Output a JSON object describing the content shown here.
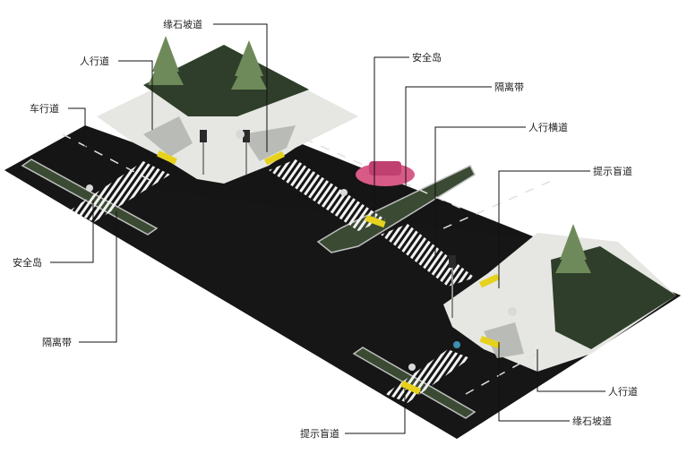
{
  "labels": {
    "curb_ramp_top": "缘石坡道",
    "sidewalk_top": "人行道",
    "roadway": "车行道",
    "safety_island_left": "安全岛",
    "median_left": "隔离带",
    "safety_island_top": "安全岛",
    "median_top": "隔离带",
    "crosswalk": "人行横道",
    "tactile_paving_right": "提示盲道",
    "sidewalk_bottom": "人行道",
    "curb_ramp_bottom": "缘石坡道",
    "tactile_paving_bottom": "提示盲道"
  },
  "colors": {
    "asphalt": "#141414",
    "sidewalk": "#e6e7e3",
    "grass": "#2b3a26",
    "median": "#3a4a33",
    "tactile": "#e6d21c",
    "car": "#d85a86"
  }
}
